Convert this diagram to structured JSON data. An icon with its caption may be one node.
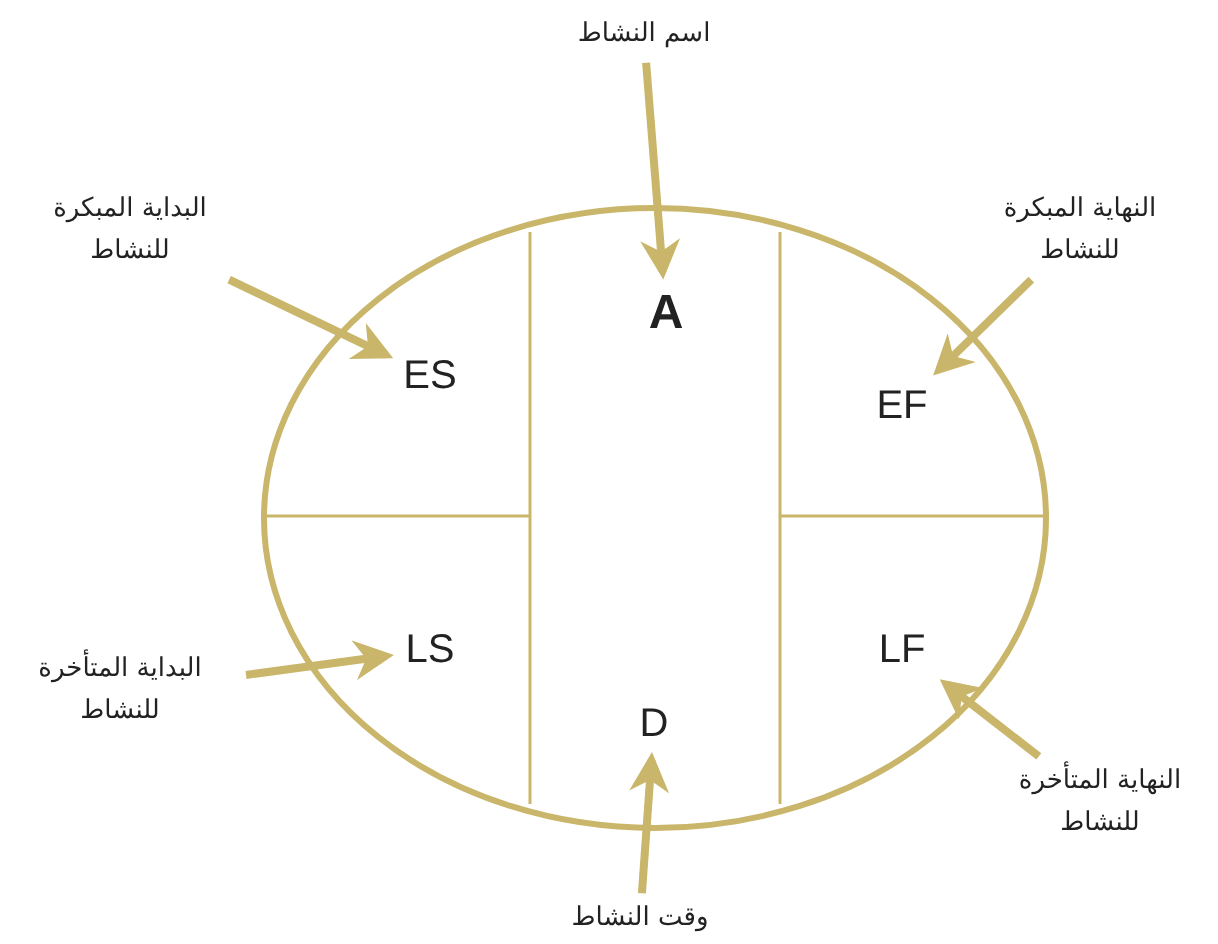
{
  "diagram": {
    "nodes": [
      {
        "text": [],
        "shape": "circle"
      },
      {
        "text": [
          "A"
        ],
        "in": 0
      },
      {
        "text": [
          "ES"
        ],
        "in": 0
      },
      {
        "text": [
          "EF"
        ],
        "in": 0
      },
      {
        "text": [
          "LS"
        ],
        "in": 0
      },
      {
        "text": [
          "LF"
        ],
        "in": 0
      },
      {
        "text": [
          "D"
        ],
        "in": 0
      },
      {
        "text": [
          "اسم النشاط"
        ]
      },
      {
        "text": [
          "البداية المبكرة للنشاط"
        ]
      },
      {
        "text": [
          "النهاية المبكرة للنشاط"
        ]
      },
      {
        "text": [
          "البداية المتأخرة للنشاط"
        ]
      },
      {
        "text": [
          "النهاية المتأخرة للنشاط"
        ]
      },
      {
        "text": [
          "وقت النشاط"
        ]
      }
    ],
    "edges": [
      {
        "from": 7,
        "to": 1,
        "arrow": "to"
      },
      {
        "from": 8,
        "to": 2,
        "arrow": "to"
      },
      {
        "from": 9,
        "to": 3,
        "arrow": "to"
      },
      {
        "from": 10,
        "to": 4,
        "arrow": "to"
      },
      {
        "from": 11,
        "to": 5,
        "arrow": "to"
      },
      {
        "from": 12,
        "to": 6,
        "arrow": "to"
      }
    ]
  }
}
